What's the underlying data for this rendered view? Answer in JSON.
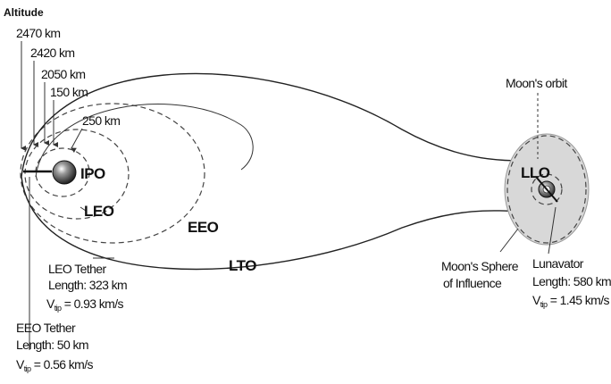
{
  "header": {
    "title": "Altitude"
  },
  "altitudes": [
    "2470 km",
    "2420 km",
    "2050 km",
    "150 km",
    "250 km"
  ],
  "orbits": {
    "ipo": "IPO",
    "leo": "LEO",
    "eeo": "EEO",
    "lto": "LTO",
    "llo": "LLO"
  },
  "moon_orbit_label": "Moon's orbit",
  "sphere_label": [
    "Moon's Sphere",
    "of Influence"
  ],
  "leo_tether": {
    "title": "LEO Tether",
    "length": "Length: 323 km",
    "v_prefix": "V",
    "v_sub": "tip",
    "v_value": " = 0.93 km/s"
  },
  "eeo_tether": {
    "title": "EEO Tether",
    "length": "Length: 50 km",
    "v_prefix": "V",
    "v_sub": "tip",
    "v_value": " = 0.56 km/s"
  },
  "lunavator": {
    "title": "Lunavator",
    "length": "Length: 580 km",
    "v_prefix": "V",
    "v_sub": "tip",
    "v_value": " = 1.45 km/s"
  }
}
